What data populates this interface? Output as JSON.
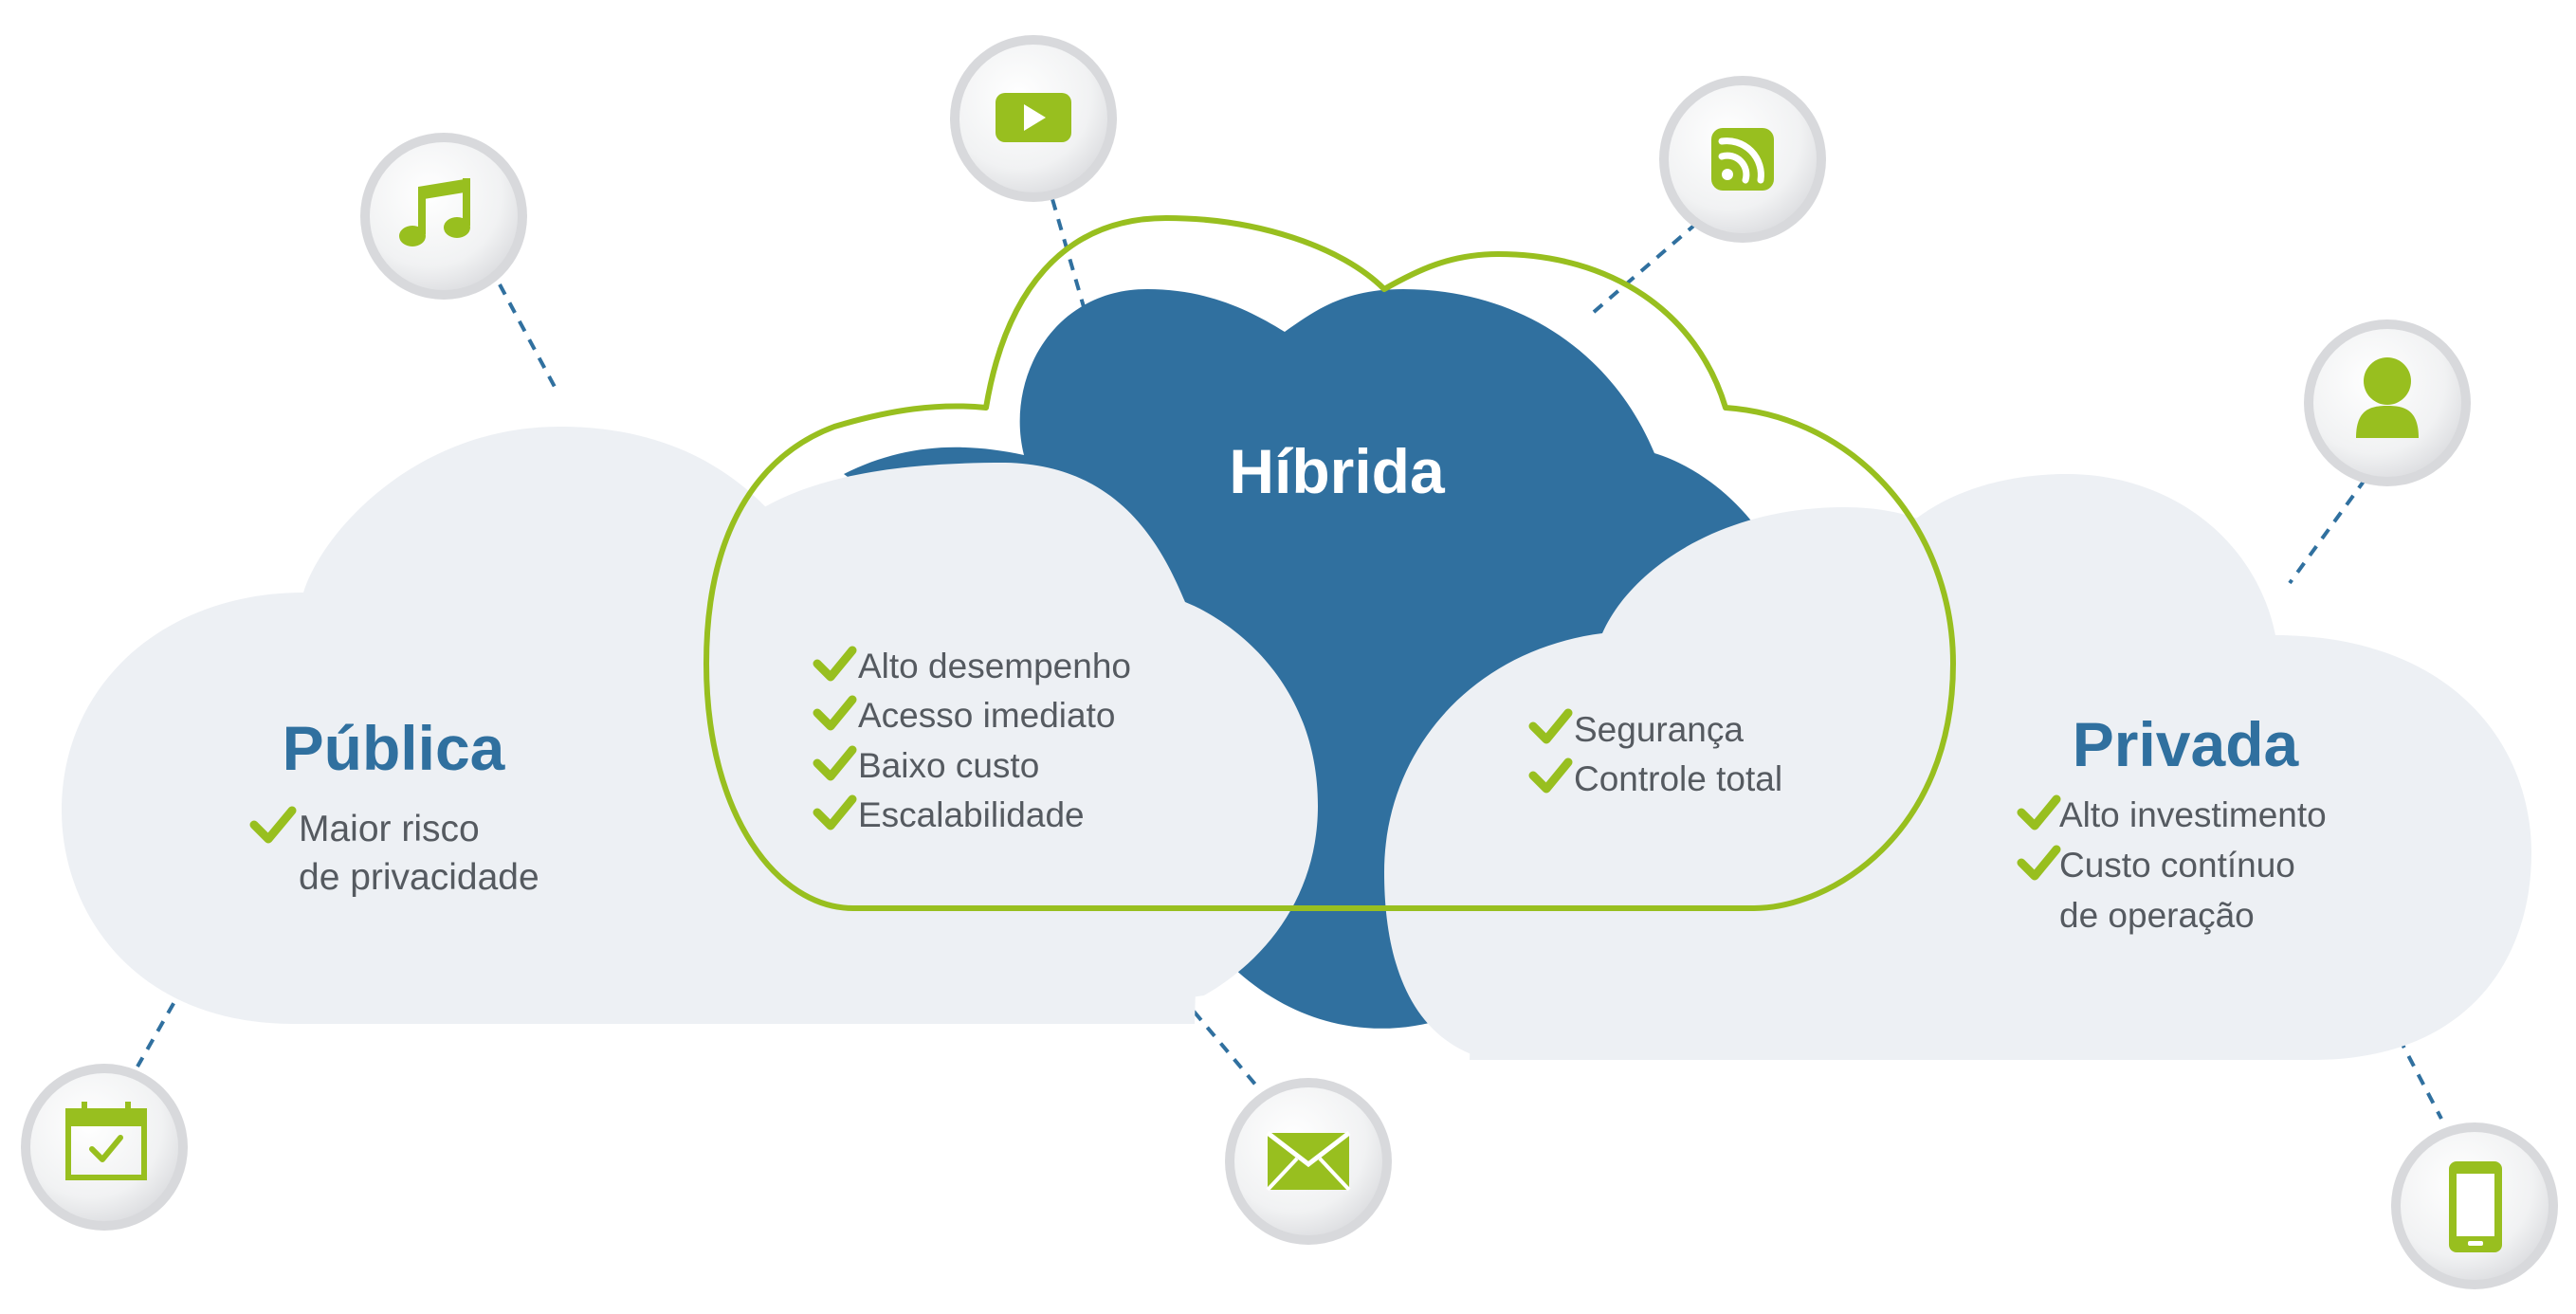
{
  "colors": {
    "blue": "#30709f",
    "green": "#98bf1f",
    "light_cloud": "#edf0f4",
    "text": "#555a60",
    "icon_ring": "#d9dadc",
    "icon_face": "#f3f3f4"
  },
  "clouds": {
    "publica": {
      "title": "Pública",
      "items": [
        "Maior risco",
        "de privacidade"
      ]
    },
    "hibrida": {
      "title": "Híbrida"
    },
    "hibrida_left": {
      "items": [
        "Alto desempenho",
        "Acesso imediato",
        "Baixo custo",
        "Escalabilidade"
      ]
    },
    "hibrida_right": {
      "items": [
        "Segurança",
        "Controle total"
      ]
    },
    "privada": {
      "title": "Privada",
      "items": [
        "Alto investimento",
        "Custo contínuo",
        "de operação"
      ]
    }
  },
  "icons": [
    "music-icon",
    "video-play-icon",
    "rss-icon",
    "user-icon",
    "calendar-icon",
    "mail-icon",
    "smartphone-icon"
  ]
}
